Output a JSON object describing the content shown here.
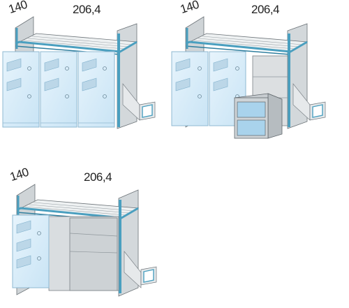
{
  "drawings": [
    {
      "height_label": "140",
      "width_label": "206,4",
      "config": "three wardrobes under loft bed"
    },
    {
      "height_label": "140",
      "width_label": "206,4",
      "config": "two wardrobes with desk and drawer unit"
    },
    {
      "height_label": "140",
      "width_label": "206,4",
      "config": "one wardrobe with shelving and desk"
    }
  ],
  "colors": {
    "frame": "#4a9fbf",
    "frame_dark": "#2f7f9f",
    "panel": "#d9dde0",
    "panel_dark": "#b9bfc3",
    "glass": "#dbeefa",
    "glass_edge": "#9cc9e3",
    "outline": "#6c7378"
  }
}
